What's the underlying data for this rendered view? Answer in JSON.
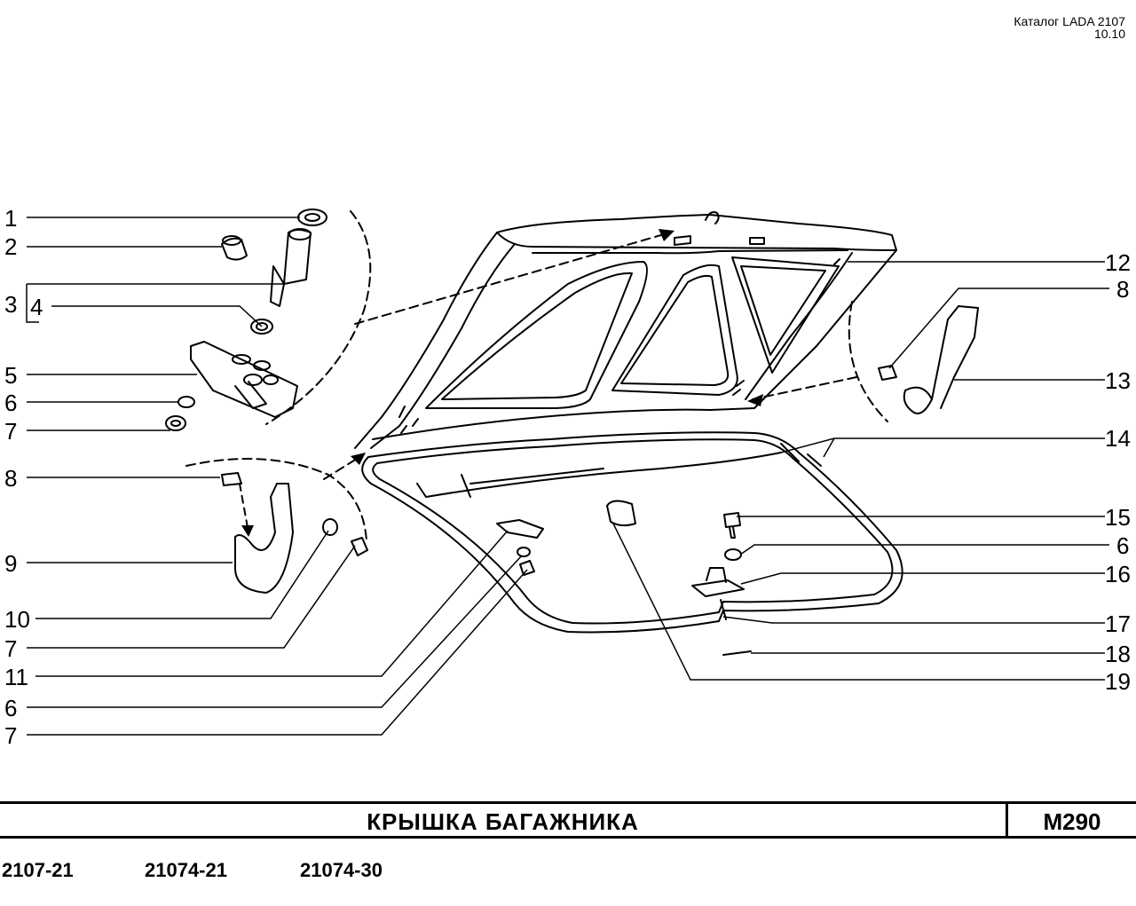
{
  "header": {
    "catalog": "Каталог LADA 2107",
    "version": "10.10"
  },
  "title": "КРЫШКА   БАГАЖНИКА",
  "page_code": "M290",
  "models": [
    "2107-21",
    "21074-21",
    "21074-30"
  ],
  "callouts_left": [
    "1",
    "2",
    "3",
    "4",
    "5",
    "6",
    "7",
    "8",
    "9",
    "10",
    "7",
    "11",
    "6",
    "7"
  ],
  "callouts_right": [
    "12",
    "8",
    "13",
    "14",
    "15",
    "6",
    "16",
    "17",
    "18",
    "19"
  ]
}
